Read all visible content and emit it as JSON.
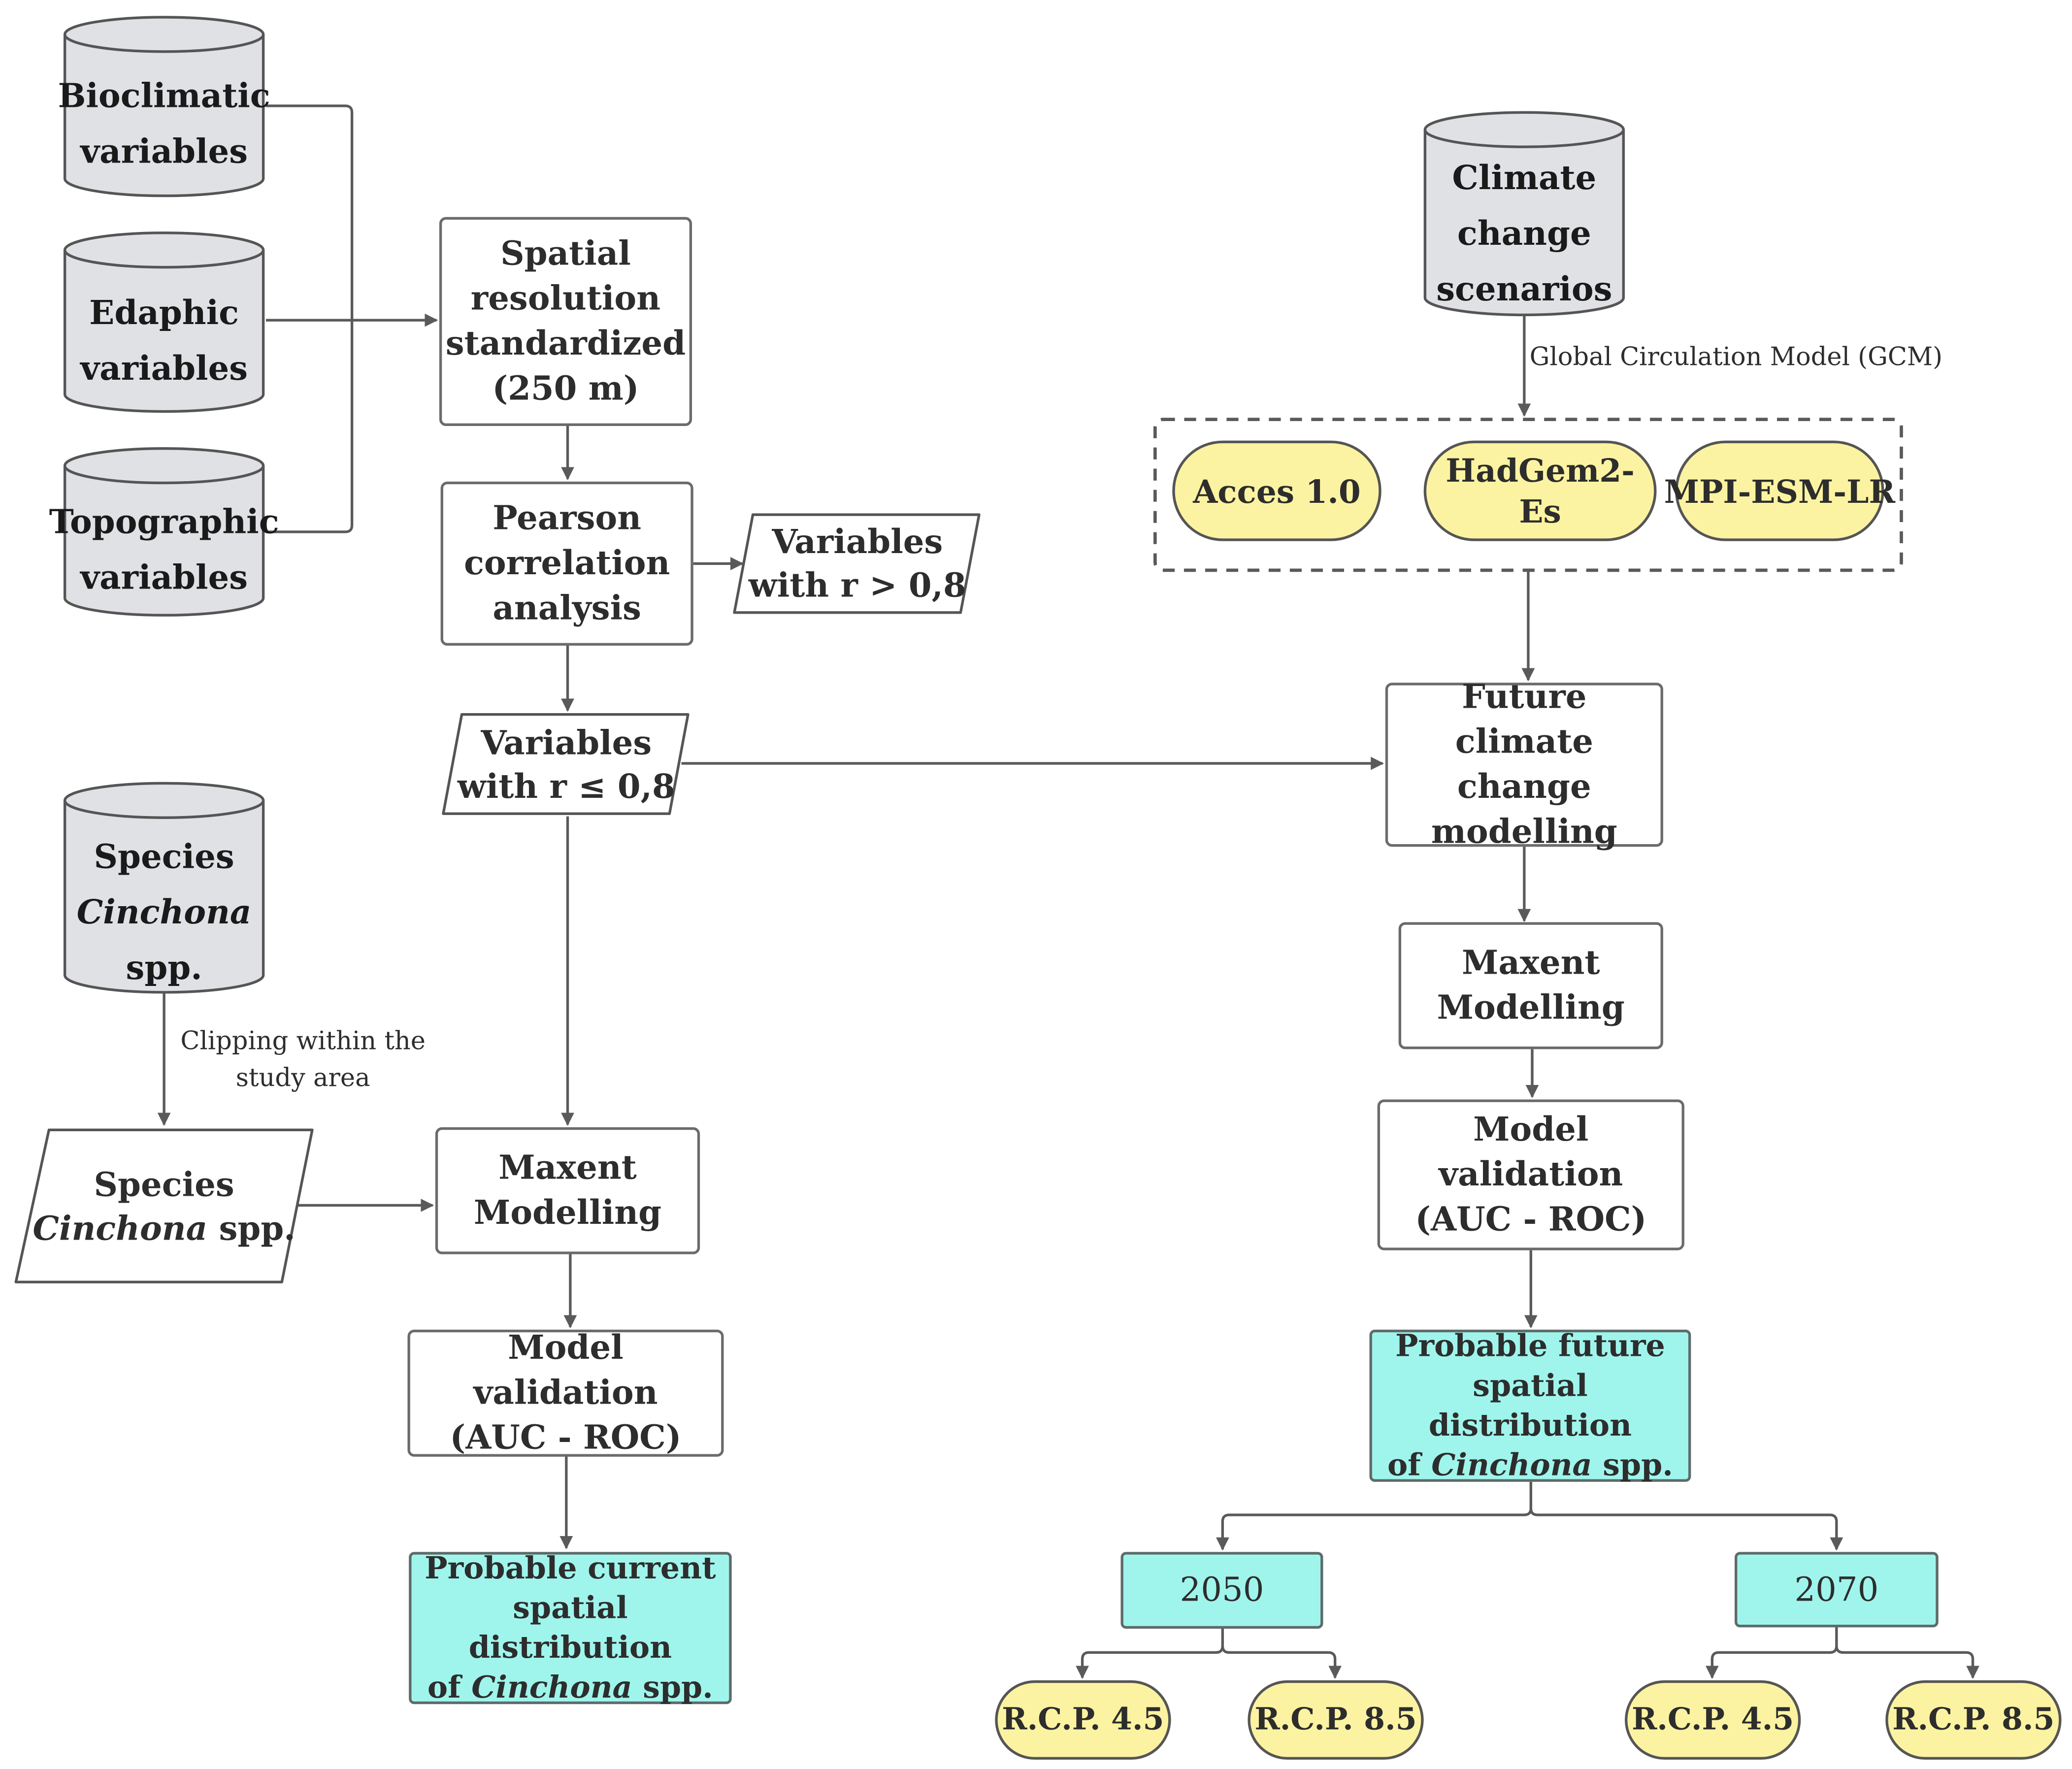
{
  "inputs": {
    "bioclimatic": [
      "Bioclimatic",
      "variables"
    ],
    "edaphic": [
      "Edaphic",
      "variables"
    ],
    "topographic": [
      "Topographic",
      "variables"
    ],
    "species_db": {
      "line1": "Species",
      "line2": "Cinchona",
      "line3": "spp."
    }
  },
  "process": {
    "spatial": [
      "Spatial",
      "resolution",
      "standardized",
      "(250 m)"
    ],
    "pearson": [
      "Pearson",
      "correlation",
      "analysis"
    ],
    "var_gt": [
      "Variables",
      "with r > 0,8"
    ],
    "var_le": [
      "Variables",
      "with r ≤ 0,8"
    ],
    "species_data": {
      "line1": "Species",
      "italic": "Cinchona",
      "rest": " spp."
    },
    "clipping_note": [
      "Clipping within the",
      "study area"
    ],
    "maxent_current": [
      "Maxent",
      "Modelling"
    ],
    "validation_current": [
      "Model validation",
      "(AUC - ROC)"
    ],
    "current_output": {
      "line1": "Probable current",
      "line2": "spatial distribution",
      "of": "of ",
      "italic": "Cinchona",
      "rest": " spp."
    }
  },
  "future": {
    "climate_db": [
      "Climate",
      "change",
      "scenarios"
    ],
    "gcm_note": "Global Circulation Model (GCM)",
    "gcms": [
      "Acces 1.0",
      "HadGem2- Es",
      "MPI-ESM-LR"
    ],
    "future_modelling": [
      "Future climate",
      "change",
      "modelling"
    ],
    "maxent_future": [
      "Maxent",
      "Modelling"
    ],
    "validation_future": [
      "Model validation",
      "(AUC - ROC)"
    ],
    "future_output": {
      "line1": "Probable future",
      "line2": "spatial distribution",
      "of": "of ",
      "italic": "Cinchona",
      "rest": " spp."
    },
    "years": [
      "2050",
      "2070"
    ],
    "rcp": [
      "R.C.P. 4.5",
      "R.C.P. 8.5",
      "R.C.P. 4.5",
      "R.C.P. 8.5"
    ]
  },
  "colors": {
    "db_fill": "#dfe1e5",
    "highlight_fill": "#9ff5ec",
    "gcm_fill": "#fbf3a1",
    "line": "#5a5a5a"
  }
}
